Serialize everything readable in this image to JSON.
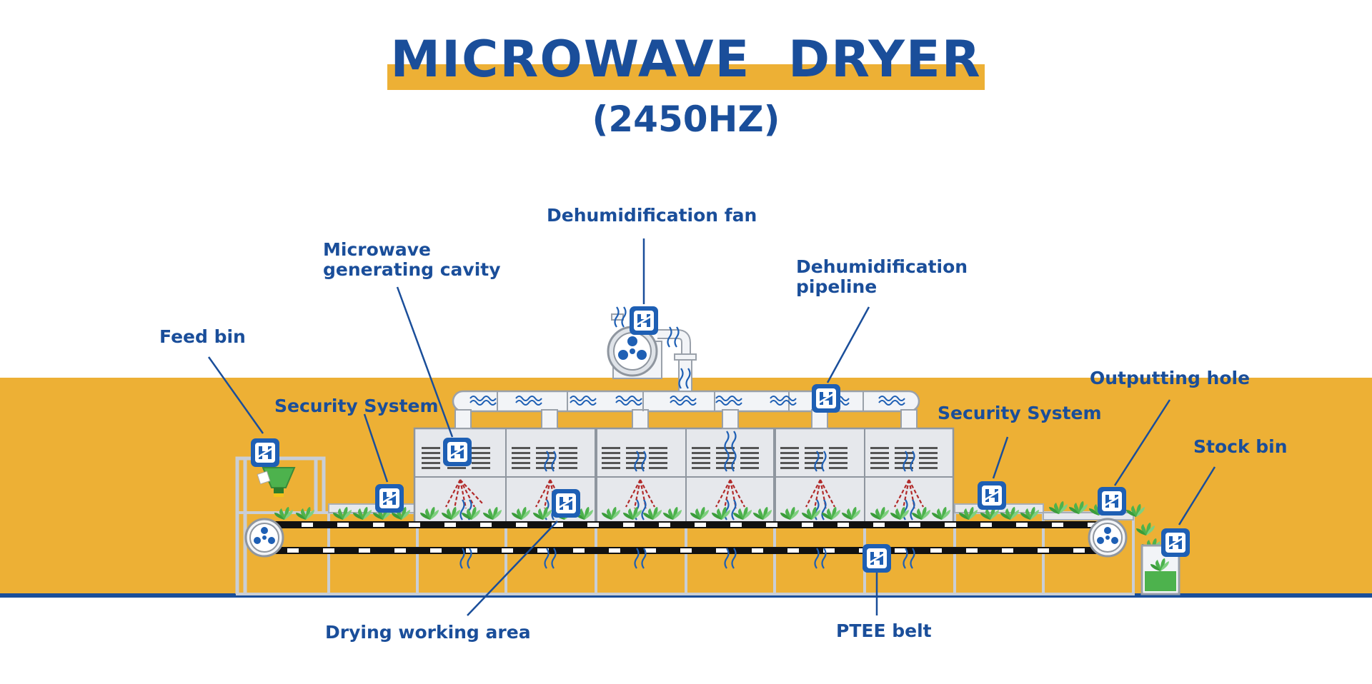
{
  "title": "MICROWAVE  DRYER",
  "subtitle": "(2450HZ)",
  "colors": {
    "primary_blue": "#1a4e9a",
    "accent_yellow": "#edb035",
    "machine_gray": "#e6e8ec",
    "product_green": "#4db24d"
  },
  "callouts": {
    "dehumidification_fan": "Dehumidification fan",
    "microwave_cavity_line1": "Microwave",
    "microwave_cavity_line2": "generating cavity",
    "dehumidification_pipeline_line1": "Dehumidification",
    "dehumidification_pipeline_line2": "pipeline",
    "feed_bin": "Feed bin",
    "security_system_left": "Security System",
    "security_system_right": "Security System",
    "outputting_hole": "Outputting hole",
    "stock_bin": "Stock bin",
    "drying_working_area": "Drying working area",
    "ptee_belt": "PTEE belt"
  },
  "icons": {
    "marker": "h-logo-marker-icon",
    "fan": "fan-icon",
    "roller": "roller-icon",
    "steam": "steam-wave-icon"
  }
}
